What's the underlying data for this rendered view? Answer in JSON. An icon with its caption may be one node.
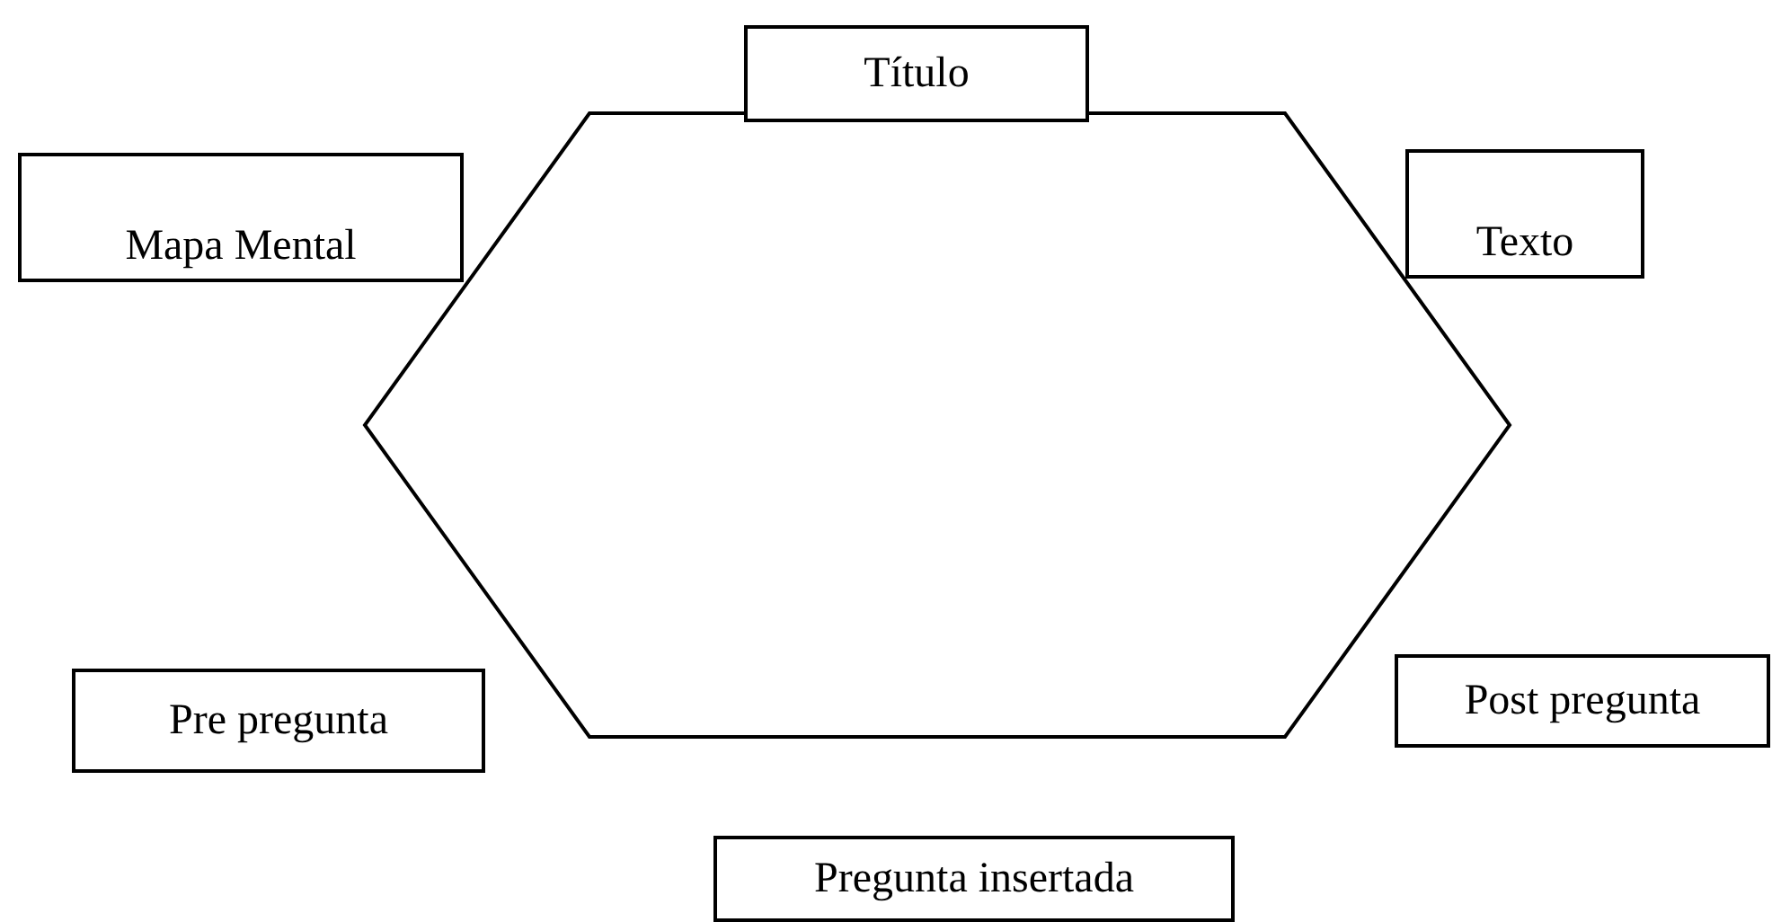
{
  "diagram": {
    "nodes": [
      {
        "text": [
          "Título"
        ]
      },
      {
        "text": [],
        "shape": "hexagon"
      },
      {
        "text": [
          "Mapa Mental"
        ]
      },
      {
        "text": [
          "Texto"
        ]
      },
      {
        "text": [
          "Pre pregunta"
        ]
      },
      {
        "text": [
          "Post pregunta"
        ]
      },
      {
        "text": [
          "Pregunta insertada"
        ]
      }
    ]
  }
}
